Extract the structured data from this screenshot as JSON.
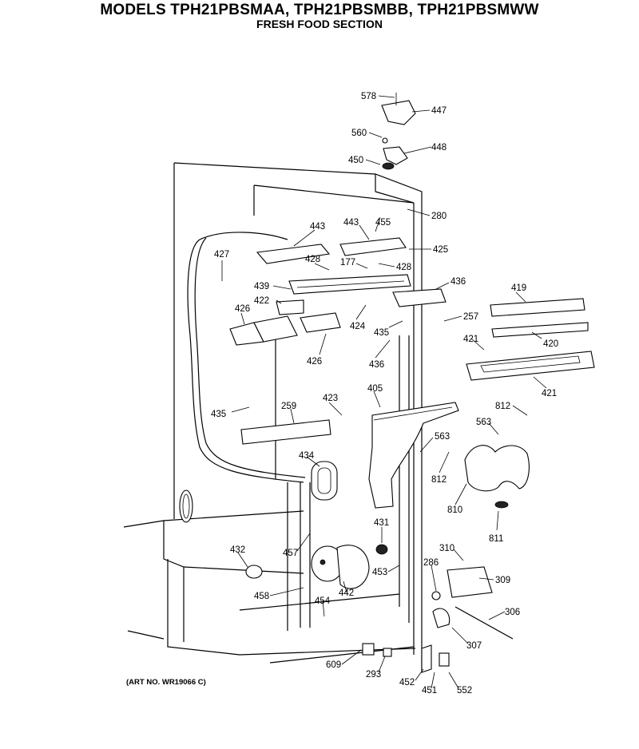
{
  "header": {
    "title": "MODELS TPH21PBSMAA, TPH21PBSMBB, TPH21PBSMWW",
    "subtitle": "FRESH FOOD SECTION"
  },
  "footer": {
    "art_number": "(ART NO. WR19066 C)"
  },
  "parts": [
    {
      "id": "p578",
      "label": "578"
    },
    {
      "id": "p447",
      "label": "447"
    },
    {
      "id": "p560",
      "label": "560"
    },
    {
      "id": "p448",
      "label": "448"
    },
    {
      "id": "p450",
      "label": "450"
    },
    {
      "id": "p443a",
      "label": "443"
    },
    {
      "id": "p443b",
      "label": "443"
    },
    {
      "id": "p455",
      "label": "455"
    },
    {
      "id": "p280",
      "label": "280"
    },
    {
      "id": "p425",
      "label": "425"
    },
    {
      "id": "p427",
      "label": "427"
    },
    {
      "id": "p428a",
      "label": "428"
    },
    {
      "id": "p177",
      "label": "177"
    },
    {
      "id": "p428b",
      "label": "428"
    },
    {
      "id": "p436a",
      "label": "436"
    },
    {
      "id": "p419",
      "label": "419"
    },
    {
      "id": "p439",
      "label": "439"
    },
    {
      "id": "p422",
      "label": "422"
    },
    {
      "id": "p426a",
      "label": "426"
    },
    {
      "id": "p424",
      "label": "424"
    },
    {
      "id": "p435a",
      "label": "435"
    },
    {
      "id": "p257",
      "label": "257"
    },
    {
      "id": "p421a",
      "label": "421"
    },
    {
      "id": "p420",
      "label": "420"
    },
    {
      "id": "p426b",
      "label": "426"
    },
    {
      "id": "p436b",
      "label": "436"
    },
    {
      "id": "p421b",
      "label": "421"
    },
    {
      "id": "p405",
      "label": "405"
    },
    {
      "id": "p423",
      "label": "423"
    },
    {
      "id": "p259",
      "label": "259"
    },
    {
      "id": "p435b",
      "label": "435"
    },
    {
      "id": "p812a",
      "label": "812"
    },
    {
      "id": "p563a",
      "label": "563"
    },
    {
      "id": "p563b",
      "label": "563"
    },
    {
      "id": "p434",
      "label": "434"
    },
    {
      "id": "p812b",
      "label": "812"
    },
    {
      "id": "p810",
      "label": "810"
    },
    {
      "id": "p811",
      "label": "811"
    },
    {
      "id": "p431",
      "label": "431"
    },
    {
      "id": "p432",
      "label": "432"
    },
    {
      "id": "p457",
      "label": "457"
    },
    {
      "id": "p310",
      "label": "310"
    },
    {
      "id": "p286",
      "label": "286"
    },
    {
      "id": "p453",
      "label": "453"
    },
    {
      "id": "p309",
      "label": "309"
    },
    {
      "id": "p442",
      "label": "442"
    },
    {
      "id": "p458",
      "label": "458"
    },
    {
      "id": "p454",
      "label": "454"
    },
    {
      "id": "p306",
      "label": "306"
    },
    {
      "id": "p307",
      "label": "307"
    },
    {
      "id": "p609",
      "label": "609"
    },
    {
      "id": "p293",
      "label": "293"
    },
    {
      "id": "p452",
      "label": "452"
    },
    {
      "id": "p451",
      "label": "451"
    },
    {
      "id": "p552",
      "label": "552"
    }
  ]
}
